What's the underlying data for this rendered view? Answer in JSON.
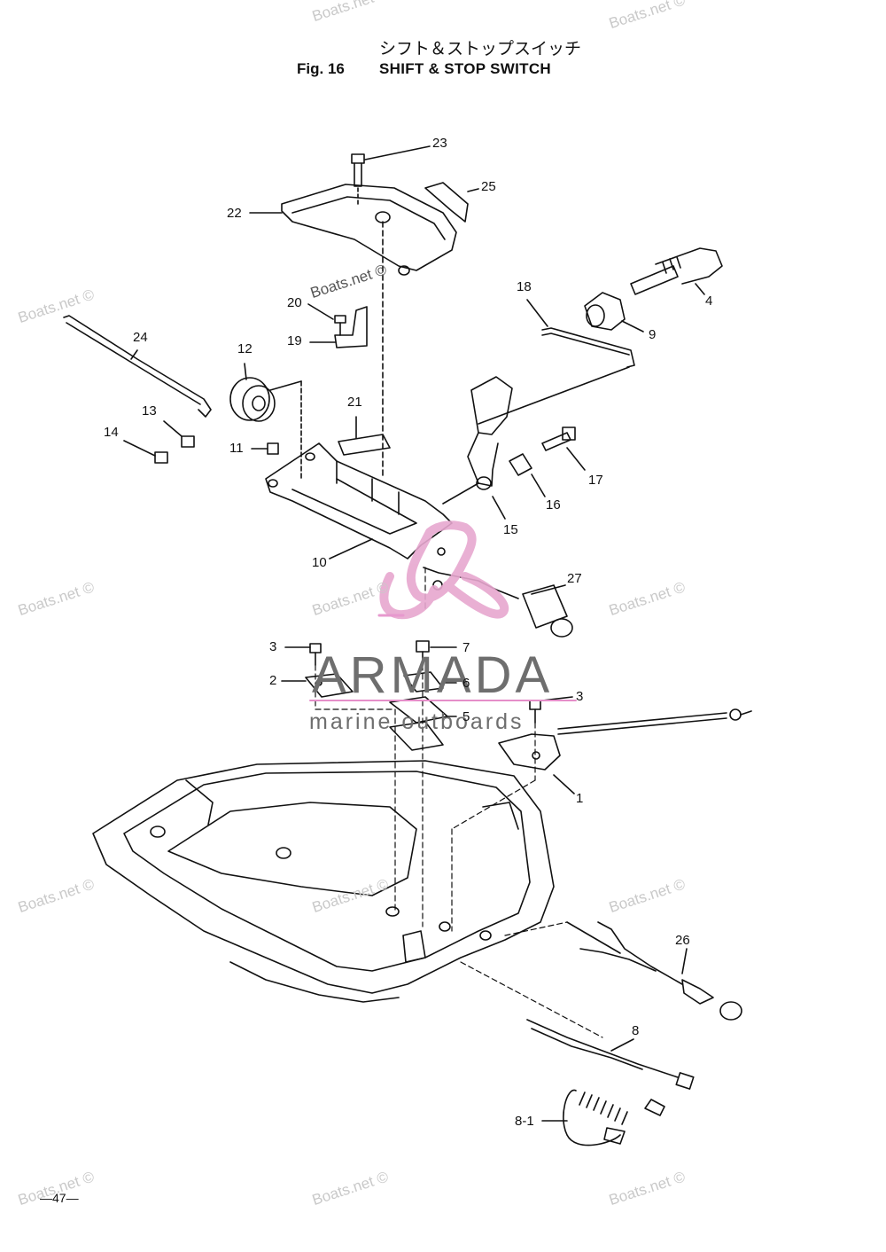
{
  "header": {
    "title_jp": "シフト＆ストップスイッチ",
    "fig_label": "Fig. 16",
    "title_en": "SHIFT & STOP SWITCH"
  },
  "page_number": "—47—",
  "watermark_text": "Boats.net ©",
  "brand": {
    "name": "ARMADA",
    "tagline": "marine outboards",
    "logo_color": "#e7a7cf",
    "line_color": "#e58ec9"
  },
  "callouts": {
    "c1": "1",
    "c2": "2",
    "c3a": "3",
    "c3b": "3",
    "c4": "4",
    "c5": "5",
    "c6": "6",
    "c7": "7",
    "c8": "8",
    "c8_1": "8-1",
    "c9": "9",
    "c10": "10",
    "c11": "11",
    "c12": "12",
    "c13": "13",
    "c14": "14",
    "c15": "15",
    "c16": "16",
    "c17": "17",
    "c18": "18",
    "c19": "19",
    "c20": "20",
    "c21": "21",
    "c22": "22",
    "c23": "23",
    "c24": "24",
    "c25": "25",
    "c26": "26",
    "c27": "27"
  }
}
